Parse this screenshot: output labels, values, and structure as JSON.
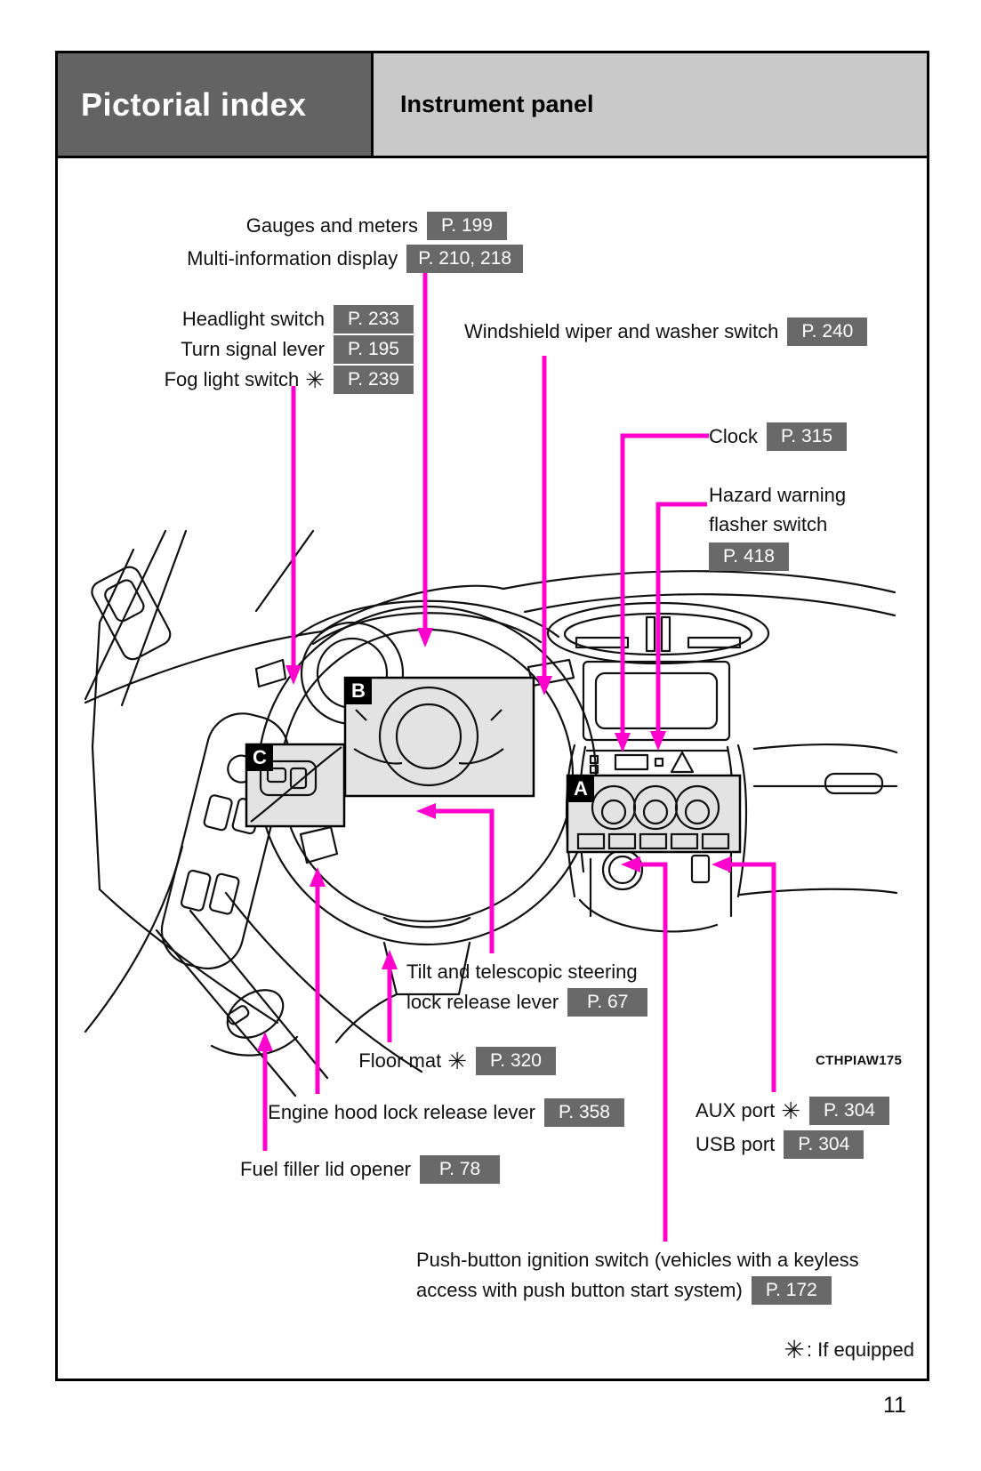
{
  "header": {
    "section": "Pictorial index",
    "title": "Instrument panel"
  },
  "labels": {
    "gauges": {
      "text": "Gauges and meters",
      "page": "P. 199"
    },
    "multi_info": {
      "text": "Multi-information display",
      "page": "P. 210, 218"
    },
    "headlight": {
      "text": "Headlight switch",
      "page": "P. 233"
    },
    "turn_signal": {
      "text": "Turn signal lever",
      "page": "P. 195"
    },
    "fog_light": {
      "text": "Fog light switch",
      "star": "✳",
      "page": "P. 239"
    },
    "wiper": {
      "text": "Windshield wiper and washer switch",
      "page": "P. 240"
    },
    "clock": {
      "text": "Clock",
      "page": "P. 315"
    },
    "hazard": {
      "line1": "Hazard warning",
      "line2": "flasher switch",
      "page": "P. 418"
    },
    "tilt": {
      "line1": "Tilt and telescopic steering",
      "line2": "lock release lever",
      "page": "P. 67"
    },
    "floor_mat": {
      "text": "Floor mat",
      "star": "✳",
      "page": "P. 320"
    },
    "engine_hood": {
      "text": "Engine hood lock release lever",
      "page": "P. 358"
    },
    "fuel_filler": {
      "text": "Fuel filler lid opener",
      "page": "P. 78"
    },
    "aux_port": {
      "text": "AUX port",
      "star": "✳",
      "page": "P. 304"
    },
    "usb_port": {
      "text": "USB port",
      "page": "P. 304"
    },
    "ignition": {
      "line1": "Push-button ignition switch (vehicles with a keyless",
      "line2": "access with push button start system)",
      "page": "P. 172"
    }
  },
  "callouts": {
    "a": "A",
    "b": "B",
    "c": "C"
  },
  "figure_code": "CTHPIAW175",
  "footnote": {
    "star": "✳",
    "text": ": If equipped"
  },
  "page_number": "11",
  "colors": {
    "accent_magenta": "#ff00cd",
    "badge_bg": "#696969",
    "header_dark_bg": "#636363",
    "header_light_bg": "#c9c9c9",
    "panel_fill": "#e3e3e3"
  }
}
